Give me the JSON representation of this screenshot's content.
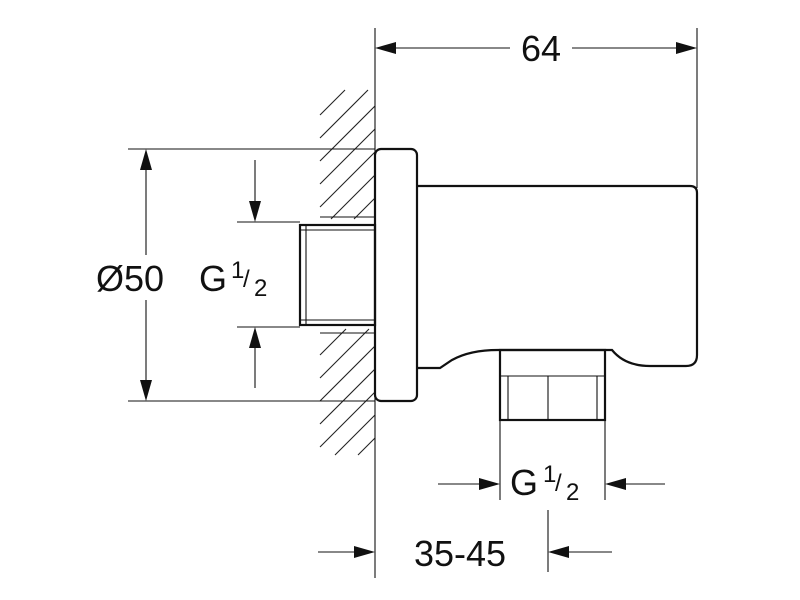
{
  "dimensions": {
    "overall_width": "64",
    "wall_offset_range": "35-45",
    "diameter_prefix": "Ø",
    "diameter_value": "50"
  },
  "thread_inlet": {
    "letter": "G",
    "numerator": "1",
    "slash": "/",
    "denominator": "2"
  },
  "thread_outlet": {
    "letter": "G",
    "numerator": "1",
    "slash": "/",
    "denominator": "2"
  }
}
